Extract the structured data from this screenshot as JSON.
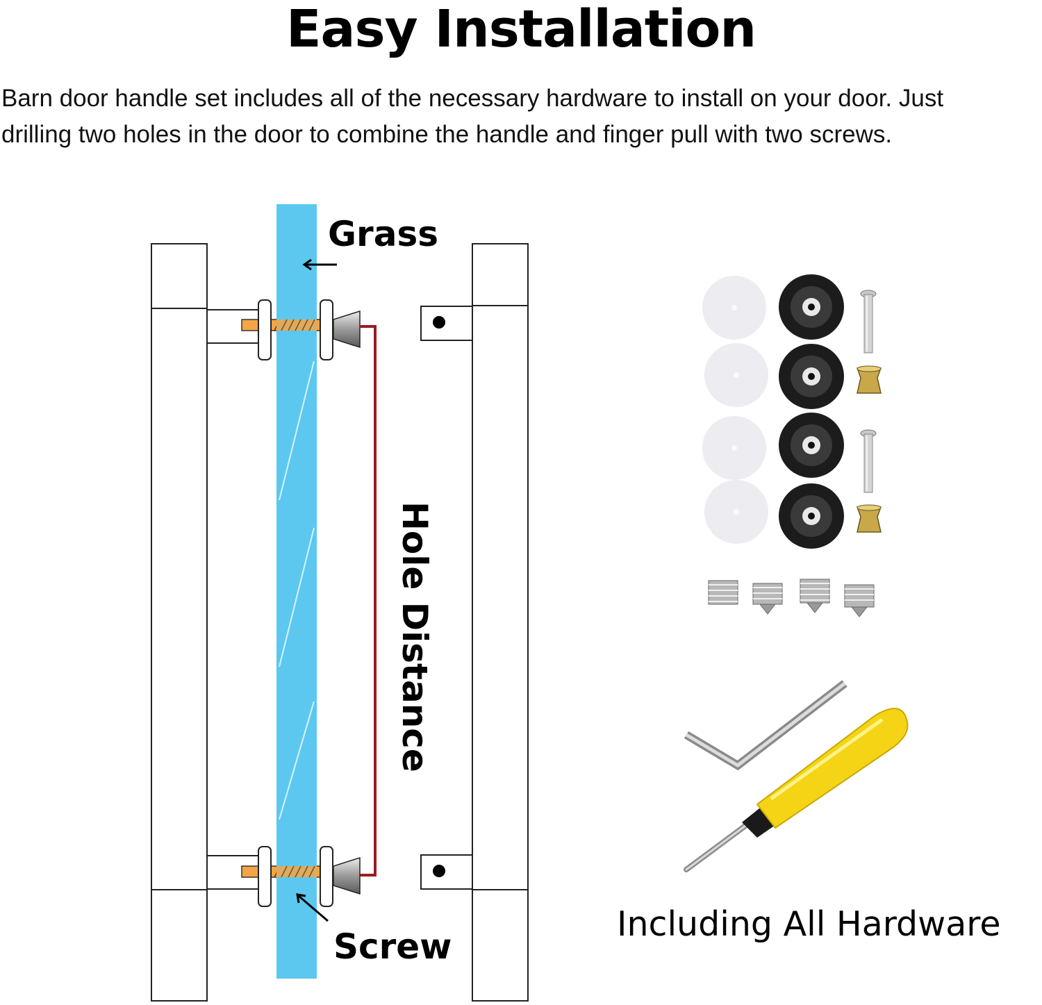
{
  "title": "Easy Installation",
  "description": {
    "line1": "Barn door handle set includes all of the necessary hardware to install on your door. Just",
    "line2": "drilling two holes in the door to combine the handle and finger pull with two screws."
  },
  "diagram": {
    "label_glass": "Grass",
    "label_hole_distance": "Hole Distance",
    "label_screw": "Screw"
  },
  "hardware": {
    "caption": "Including All Hardware"
  },
  "colors": {
    "glass": "#5cc8f0",
    "screw_shaft": "#f5a545",
    "distance_line": "#9b1c22",
    "screwdriver_handle": "#f5d416"
  }
}
